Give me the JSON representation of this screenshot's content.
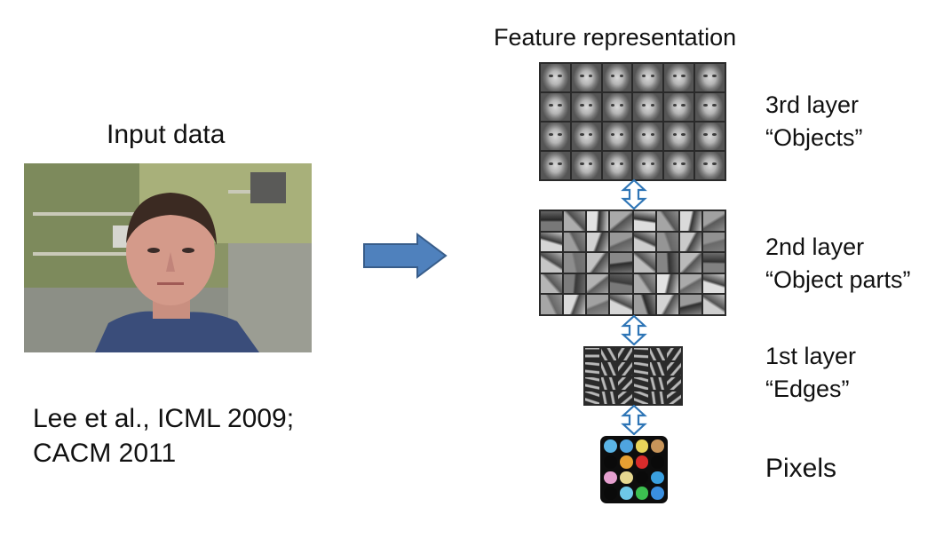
{
  "input": {
    "title": "Input data",
    "citation_line1": "Lee et al., ICML 2009;",
    "citation_line2": "CACM 2011"
  },
  "feature": {
    "title": "Feature representation"
  },
  "layers": [
    {
      "name": "3rd layer",
      "desc": "“Objects”"
    },
    {
      "name": "2nd layer",
      "desc": "“Object parts”"
    },
    {
      "name": "1st layer",
      "desc": "“Edges”"
    },
    {
      "name": "Pixels"
    }
  ],
  "colors": {
    "arrow_fill": "#4f81bd",
    "arrow_stroke": "#385d8a",
    "connector_fill": "#ffffff",
    "connector_stroke": "#2e75b6",
    "pixel_colors": [
      "#5bb5e6",
      "#4fa4e0",
      "#e8d45a",
      "#c8955a",
      "#0a0a0a",
      "#e6a032",
      "#d92b2b",
      "#0a0a0a",
      "#e6a0d0",
      "#e6d890",
      "#0a0a0a",
      "#3aa0e0",
      "#0a0a0a",
      "#6ec8e8",
      "#3cc050",
      "#3a8fe0"
    ]
  },
  "icons": {
    "big_arrow": "right-arrow-icon",
    "connector": "double-headed-arrow-icon"
  }
}
